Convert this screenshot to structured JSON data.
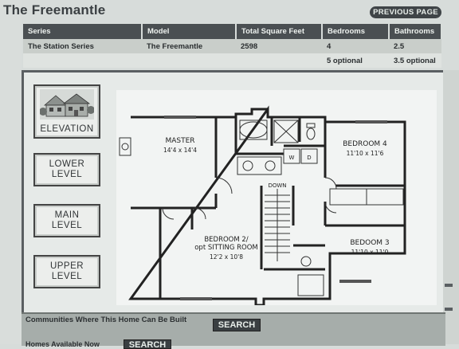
{
  "header": {
    "title": "The Freemantle",
    "previous_label": "PREVIOUS PAGE"
  },
  "specs": {
    "headers": [
      "Series",
      "Model",
      "Total Square Feet",
      "Bedrooms",
      "Bathrooms"
    ],
    "row1": [
      "The Station Series",
      "The Freemantle",
      "2598",
      "4",
      "2.5"
    ],
    "row2": [
      "",
      "",
      "",
      "5 optional",
      "3.5 optional"
    ]
  },
  "nav": {
    "elevation": "ELEVATION",
    "lower_1": "LOWER",
    "lower_2": "LEVEL",
    "main_1": "MAIN",
    "main_2": "LEVEL",
    "upper_1": "UPPER",
    "upper_2": "LEVEL"
  },
  "plan": {
    "master_name": "MASTER",
    "master_size": "14'4 x 14'4",
    "bed4_name": "BEDROOM 4",
    "bed4_size": "11'10 x 11'6",
    "bed2_name": "BEDROOM 2/",
    "bed2_sub": "opt SITTING ROOM",
    "bed2_size": "12'2 x 10'8",
    "bed3_name": "BEDOOM 3",
    "bed3_size": "11'10 x 11'0",
    "down_label": "DOWN",
    "w_label": "W",
    "d_label": "D"
  },
  "community": {
    "text": "Communities Where This Home Can Be Built",
    "search_label": "SEARCH",
    "avail_text": "Homes Available Now",
    "search2_label": "SEARCH"
  }
}
